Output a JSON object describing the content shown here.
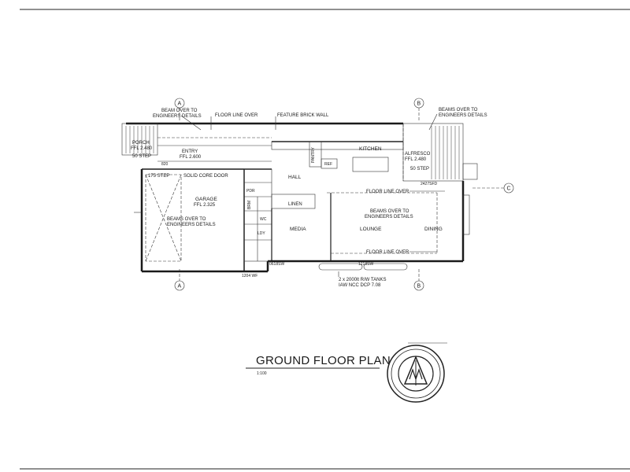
{
  "title": "GROUND FLOOR PLAN",
  "scale": "1:100",
  "grid_labels": {
    "a_top": "A",
    "a_bottom": "A",
    "b_top": "B",
    "b_bottom": "B",
    "c": "C"
  },
  "notes": {
    "beam_over_left_1": "BEAM OVER TO",
    "beam_over_left_2": "ENGINEERS DETAILS",
    "floor_line_over_top": "FLOOR LINE OVER",
    "feature_brick_wall": "FEATURE BRICK WALL",
    "beams_over_right_1": "BEAMS OVER TO",
    "beams_over_right_2": "ENGINEERS DETAILS",
    "floor_line_over_mid": "FLOOR LINE OVER",
    "beams_over_lounge_1": "BEAMS OVER TO",
    "beams_over_lounge_2": "ENGINEERS DETAILS",
    "floor_line_over_bottom": "FLOOR LINE OVER",
    "beams_over_garage_1": "BEAMS OVER TO",
    "beams_over_garage_2": "ENGINEERS DETAILS",
    "solid_core_door": "SOLID CORE DOOR",
    "tanks_1": "2 x 2000lt R/W TANKS",
    "tanks_2": "IAW NCC DCP 7.08"
  },
  "rooms": {
    "porch": "PORCH",
    "porch_ffl": "FFL 2.480",
    "porch_step": "50 STEP",
    "entry": "ENTRY",
    "entry_ffl": "FFL 2.600",
    "garage_step": "175 STEP",
    "garage": "GARAGE",
    "garage_ffl": "FFL 2.325",
    "kitchen": "KITCHEN",
    "pantry": "PANTRY",
    "ref": "REF",
    "alfresco": "ALFRESCO",
    "alfresco_ffl": "FFL 2.480",
    "alfresco_step": "50 STEP",
    "hall": "HALL",
    "linen": "LINEN",
    "media": "MEDIA",
    "lounge": "LOUNGE",
    "dining": "DINING",
    "ldy": "LDY",
    "brm": "BRM",
    "wc": "WC",
    "pdr": "PDR"
  },
  "dims": {
    "d820": "820",
    "w1204": "1204 WF",
    "w0618": "0618SW",
    "w1218": "1218SW",
    "w2427": "2427SFD"
  }
}
